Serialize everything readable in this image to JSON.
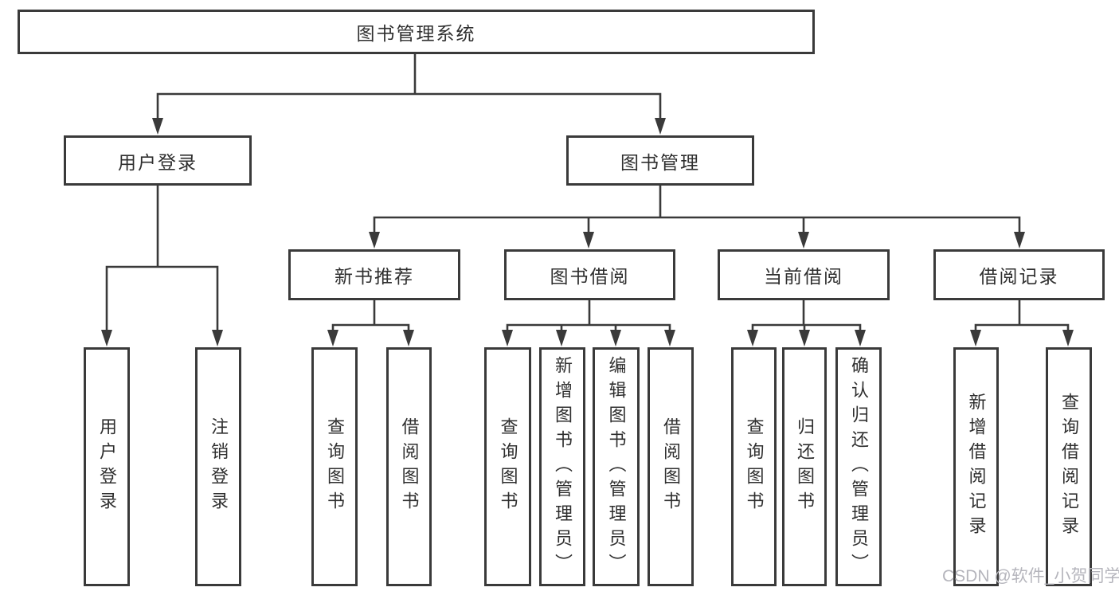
{
  "nodes": {
    "root": "图书管理系统",
    "level2": {
      "login": "用户登录",
      "manage": "图书管理"
    },
    "login_children": [
      "用户登录",
      "注销登录"
    ],
    "modules": [
      "新书推荐",
      "图书借阅",
      "当前借阅",
      "借阅记录"
    ],
    "recommend_children": [
      "查询图书",
      "借阅图书"
    ],
    "borrow_children": [
      "查询图书",
      "新增图书（管理员）",
      "编辑图书（管理员）",
      "借阅图书"
    ],
    "current_children": [
      "查询图书",
      "归还图书",
      "确认归还（管理员）"
    ],
    "record_children": [
      "新增借阅记录",
      "查询借阅记录"
    ]
  },
  "watermark": "CSDN @软件_小贺同学",
  "colors": {
    "line": "#3a3a3a",
    "box_border": "#3a3a3a",
    "box_fill": "#ffffff",
    "text": "#2f2f2f",
    "watermark": "#b5b5bc"
  }
}
